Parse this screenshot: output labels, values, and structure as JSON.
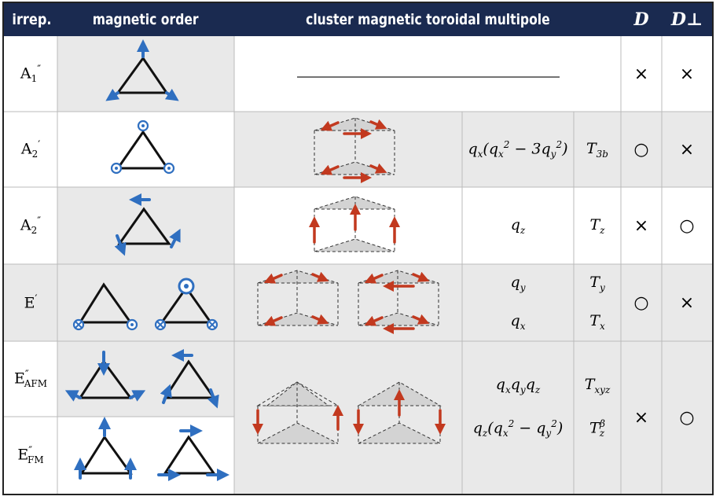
{
  "headers": {
    "irrep": "irrep.",
    "magnetic_order": "magnetic order",
    "multipole": "cluster magnetic toroidal multipole",
    "D": "D",
    "Dperp": "D⊥"
  },
  "rows": [
    {
      "irrep": "A₁″",
      "expr": "",
      "T": "",
      "D": "×",
      "Dperp": "×"
    },
    {
      "irrep": "A₂′",
      "expr": "qₓ(qₓ² − 3qᵧ²)",
      "T": "T₃ᵦ",
      "D": "○",
      "Dperp": "×"
    },
    {
      "irrep": "A₂″",
      "expr": "q_z",
      "T": "T_z",
      "D": "×",
      "Dperp": "○"
    },
    {
      "irrep": "E′",
      "expr": "q_y",
      "expr2": "q_x",
      "T": "T_y",
      "T2": "T_x",
      "D": "○",
      "Dperp": "×"
    },
    {
      "irrep": "E″_AFM",
      "expr": "q_x q_y q_z",
      "T": "T_xyz"
    },
    {
      "irrep": "E″_FM",
      "expr": "q_z(q_x² − q_y²)",
      "T": "T_z^β",
      "D": "×",
      "Dperp": "○"
    }
  ],
  "colors": {
    "header_bg": "#1a2a50",
    "blue_arrow": "#2f6fc0",
    "red_arrow": "#c2391f",
    "gray_cell": "#e9e9e9"
  }
}
